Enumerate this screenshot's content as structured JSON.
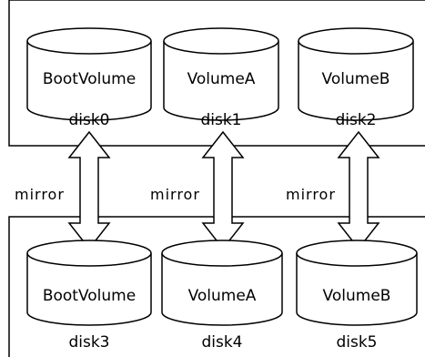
{
  "groups": [
    {
      "disks": [
        {
          "volume": "BootVolume",
          "disk": "disk0"
        },
        {
          "volume": "VolumeA",
          "disk": "disk1"
        },
        {
          "volume": "VolumeB",
          "disk": "disk2"
        }
      ]
    },
    {
      "disks": [
        {
          "volume": "BootVolume",
          "disk": "disk3"
        },
        {
          "volume": "VolumeA",
          "disk": "disk4"
        },
        {
          "volume": "VolumeB",
          "disk": "disk5"
        }
      ]
    }
  ],
  "mirrors": [
    {
      "label": "mirror"
    },
    {
      "label": "mirror"
    },
    {
      "label": "mirror"
    }
  ]
}
